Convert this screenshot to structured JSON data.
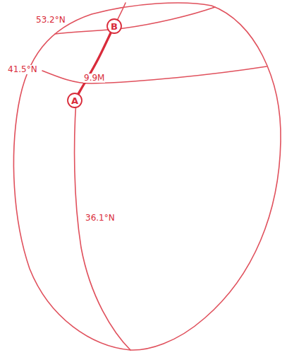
{
  "diagram": {
    "nodes": [
      {
        "text": [
          "B"
        ]
      },
      {
        "text": [
          "A"
        ]
      }
    ],
    "edges": [
      {
        "from": 1,
        "to": 0,
        "arrow": "none"
      }
    ],
    "labels": [
      "53.2°N",
      "41.5°N",
      "9.9M",
      "36.1°N"
    ]
  }
}
